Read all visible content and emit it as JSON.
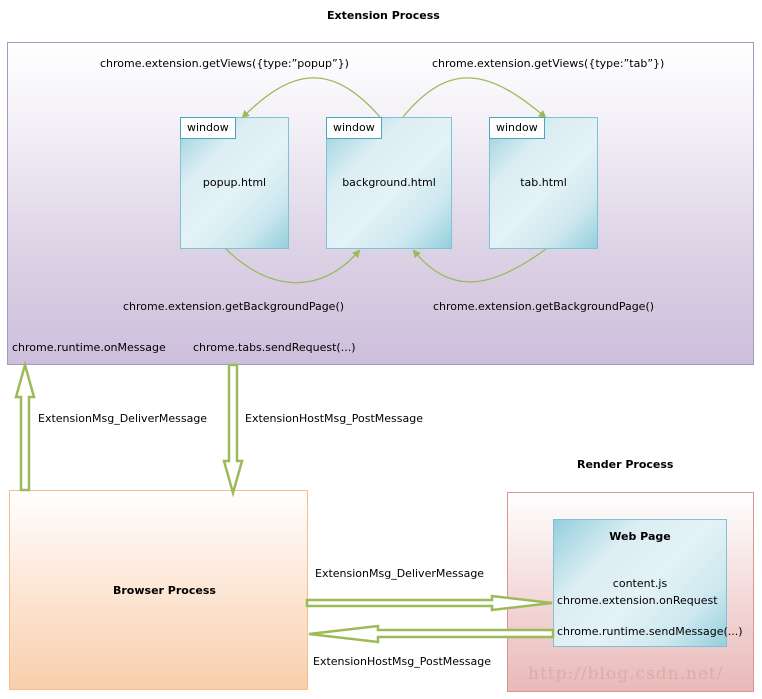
{
  "extension_process": {
    "title": "Extension Process",
    "get_views_popup": "chrome.extension.getViews({type:”popup”})",
    "get_views_tab": "chrome.extension.getViews({type:”tab”})",
    "windows": [
      {
        "tag": "window",
        "name": "popup.html"
      },
      {
        "tag": "window",
        "name": "background.html"
      },
      {
        "tag": "window",
        "name": "tab.html"
      }
    ],
    "get_background_page_left": "chrome.extension.getBackgroundPage()",
    "get_background_page_right": "chrome.extension.getBackgroundPage()",
    "on_message": "chrome.runtime.onMessage",
    "send_request": "chrome.tabs.sendRequest(...)"
  },
  "vertical_links": {
    "up_label": "ExtensionMsg_DeliverMessage",
    "down_label": "ExtensionHostMsg_PostMessage"
  },
  "browser_process": {
    "title": "Browser Process"
  },
  "horizontal_links": {
    "right_label": "ExtensionMsg_DeliverMessage",
    "left_label": "ExtensionHostMsg_PostMessage"
  },
  "render_process": {
    "title": "Render Process",
    "web_page": {
      "title": "Web Page",
      "script": "content.js",
      "on_request": "chrome.extension.onRequest",
      "send_message": "chrome.runtime.sendMessage(...)"
    }
  },
  "watermark": "http://blog.csdn.net/",
  "colors": {
    "arrow_green": "#9bbb59",
    "window_border": "#4aa6bf",
    "extension_border": "#a997c0",
    "browser_border": "#f5be8c",
    "render_border": "#d99594"
  }
}
